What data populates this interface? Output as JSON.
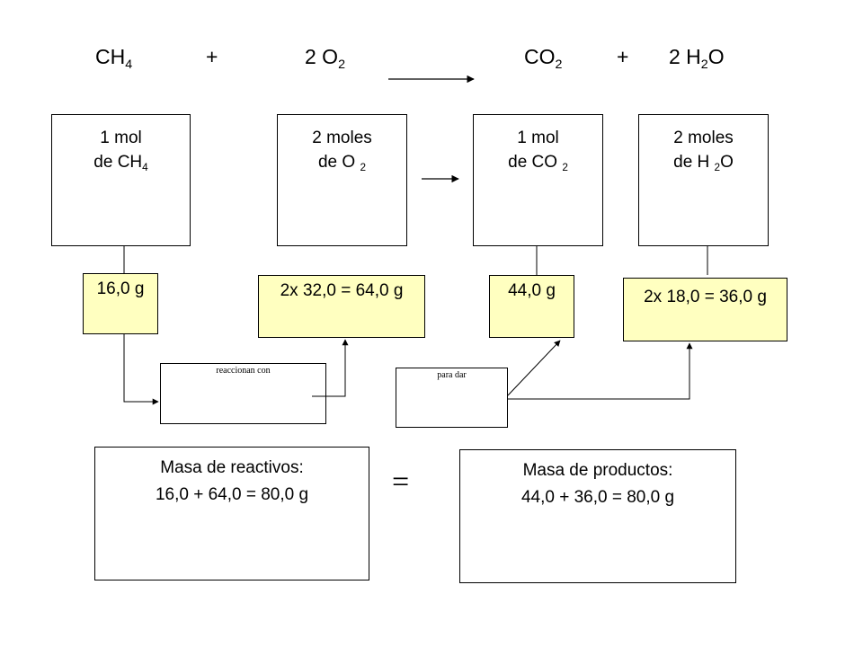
{
  "equation": {
    "ch4": {
      "base": "CH",
      "sub": "4"
    },
    "plus1": "+",
    "o2": {
      "coef": "2 O",
      "sub": "2"
    },
    "co2": {
      "base": "CO",
      "sub": "2"
    },
    "plus2": "+",
    "h2o": {
      "coef": "2 H",
      "sub": "2",
      "tail": "O"
    }
  },
  "molecules": [
    {
      "line1": "1 mol",
      "line2": "de CH",
      "sub": "4",
      "tail": ""
    },
    {
      "line1": "2 moles",
      "line2": "de O ",
      "sub": "2",
      "tail": ""
    },
    {
      "line1": "1 mol",
      "line2": "de CO ",
      "sub": "2",
      "tail": ""
    },
    {
      "line1": "2 moles",
      "line2": "de H ",
      "sub": "2",
      "tail": "O"
    }
  ],
  "masses": [
    "16,0 g",
    "2x 32,0 = 64,0 g",
    "44,0 g",
    "2x 18,0 = 36,0 g"
  ],
  "connectors": {
    "react": "reaccionan con",
    "give": "para dar"
  },
  "reactants": {
    "title": "Masa de reactivos:",
    "calc": "16,0 + 64,0 = 80,0 g"
  },
  "equals": "=",
  "products": {
    "title": "Masa de productos:",
    "calc": "44,0 + 36,0 = 80,0 g"
  },
  "colors": {
    "mass_box_fill": "#ffffc0",
    "line": "#000000"
  }
}
